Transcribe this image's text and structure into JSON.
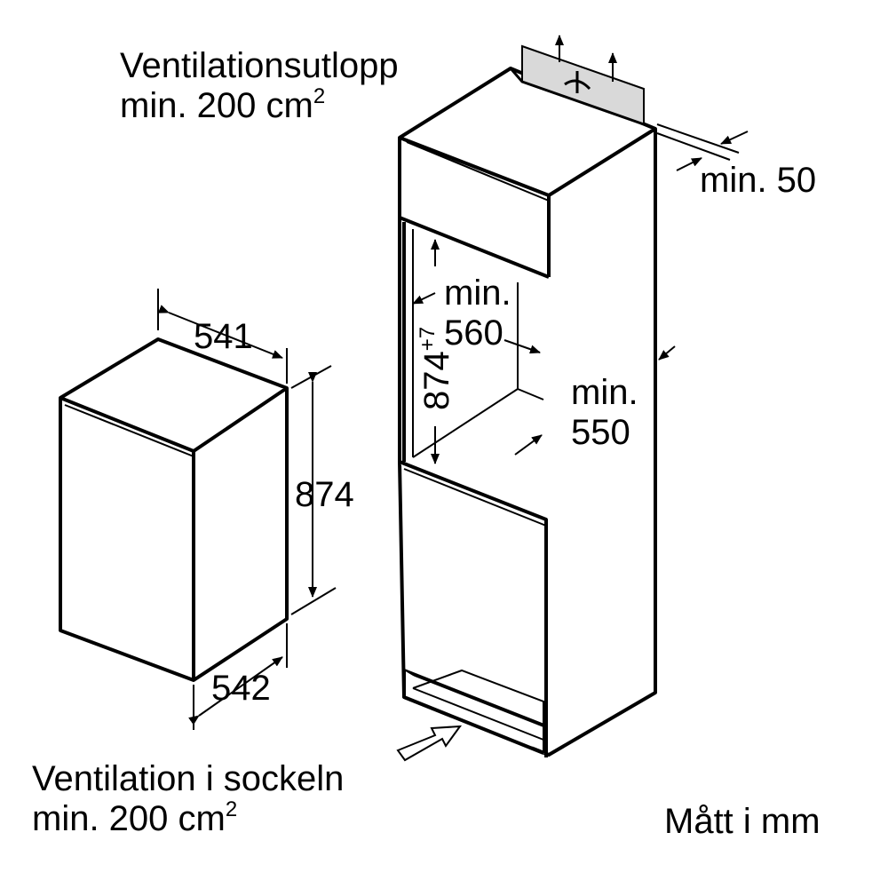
{
  "labels": {
    "vent_out_line1": "Ventilationsutlopp",
    "vent_out_line2": "min. 200 cm",
    "vent_out_sup": "2",
    "vent_plinth_line1": "Ventilation i sockeln",
    "vent_plinth_line2": "min. 200 cm",
    "vent_plinth_sup": "2",
    "units": "Mått i mm",
    "min50": "min. 50",
    "niche_min_word": "min.",
    "niche_width": "560",
    "niche_height": "874",
    "niche_tolerance": "+7",
    "depth_min_word": "min.",
    "depth_value": "550",
    "appliance_width": "541",
    "appliance_height": "874",
    "appliance_depth": "542"
  },
  "colors": {
    "line": "#000000",
    "vent_grille": "#d9d9d9",
    "background": "#ffffff"
  }
}
